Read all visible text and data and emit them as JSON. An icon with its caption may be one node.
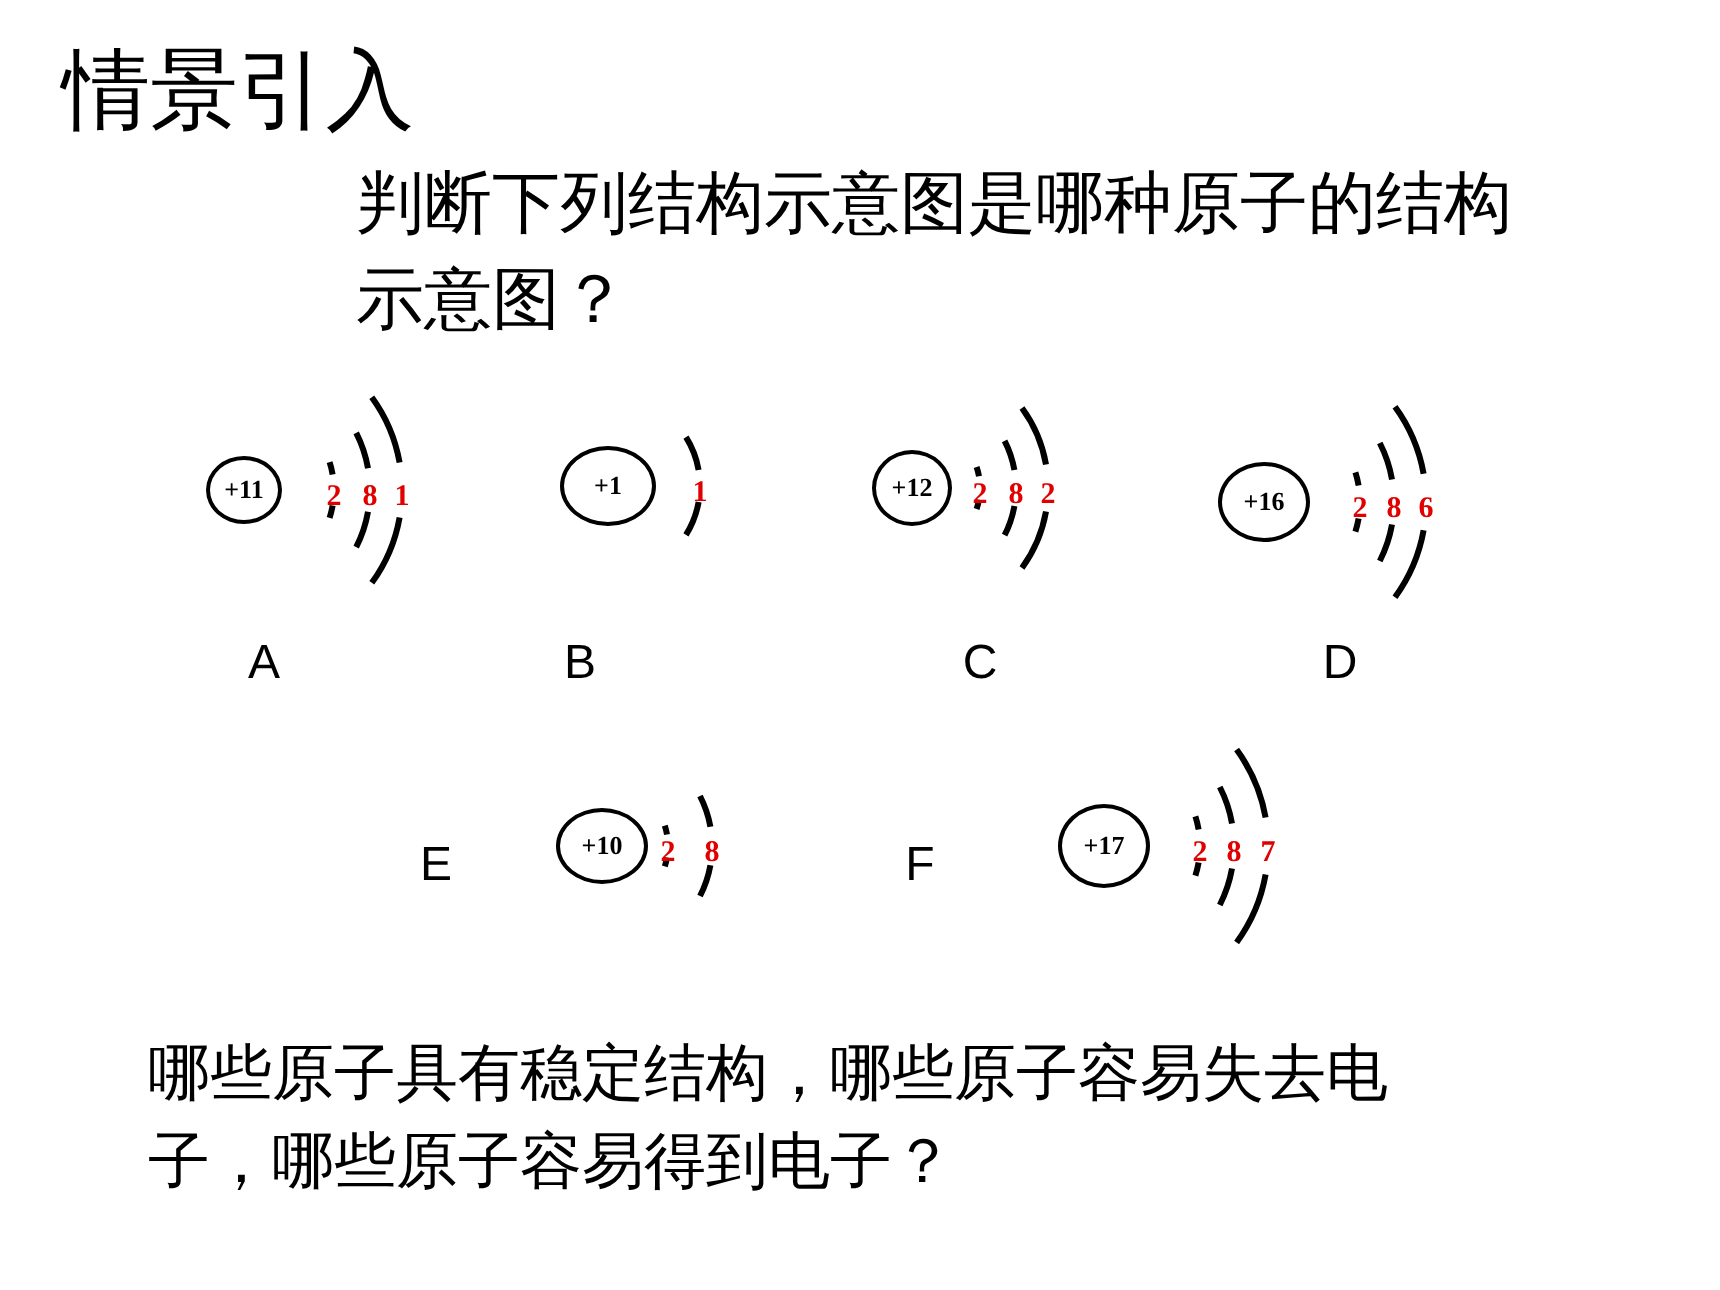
{
  "diagram": {
    "title": "情景引入",
    "nodes": [
      {
        "text": [
          "+11"
        ]
      },
      {
        "text": [
          "+1"
        ]
      },
      {
        "text": [
          "+12"
        ]
      },
      {
        "text": [
          "+16"
        ]
      },
      {
        "text": [
          "+10"
        ]
      },
      {
        "text": [
          "+17"
        ]
      }
    ],
    "labels": [
      "判断下列结构示意图是哪种原子的结构示意图？",
      "2",
      "8",
      "1",
      "1",
      "2",
      "8",
      "2",
      "2",
      "8",
      "6",
      "A",
      "B",
      "C",
      "D",
      "E",
      "2",
      "8",
      "F",
      "2",
      "8",
      "7",
      "哪些原子具有稳定结构，哪些原子容易失去电子，哪些原子容易得到电子？"
    ]
  }
}
